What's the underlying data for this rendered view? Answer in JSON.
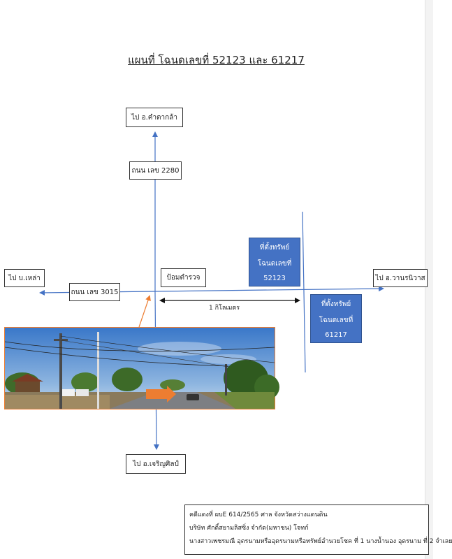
{
  "title": "แผนที่ โฉนดเลขที่ 52123 และ 61217",
  "labels": {
    "north_dest": "ไป อ.คำตากล้า",
    "road_2280": "ถนน เลข 2280",
    "west_dest": "ไป บ.เหล่า",
    "road_3015": "ถนน เลข 3015",
    "police_box": "ป้อมตำรวจ",
    "east_dest": "ไป อ.วานรนิวาส",
    "south_dest": "ไป อ.เจริญศิลป์",
    "distance": "1 กิโลเมตร"
  },
  "parcels": [
    {
      "line1": "ที่ตั้งทรัพย์",
      "line2": "โฉนดเลขที่",
      "number": "52123"
    },
    {
      "line1": "ที่ตั้งทรัพย์",
      "line2": "โฉนดเลขที่",
      "number": "61217"
    }
  ],
  "info": {
    "line1": "คดีแดงที่ ผบE 614/2565   ศาล จังหวัดสว่างแดนดิน",
    "line2": "บริษัท ศักดิ์สยามลิสซิ่ง จำกัด(มหาชน)  โจทก์",
    "line3": "นางสาวเพชรมณี อุดรนามหรืออุดรนามหรือทรัพย์อำนวยโชค ที่ 1 นางน้ำนอง  อุดรนาม ที่ 2  จำเลย"
  },
  "colors": {
    "road": "#4472c4",
    "parcel": "#4472c4",
    "photo_border": "#ed7d31",
    "pointer_arrow": "#ed7d31"
  },
  "icons": [
    "arrow-up-icon",
    "arrow-down-icon",
    "arrow-left-icon",
    "arrow-right-icon",
    "double-arrow-icon"
  ]
}
